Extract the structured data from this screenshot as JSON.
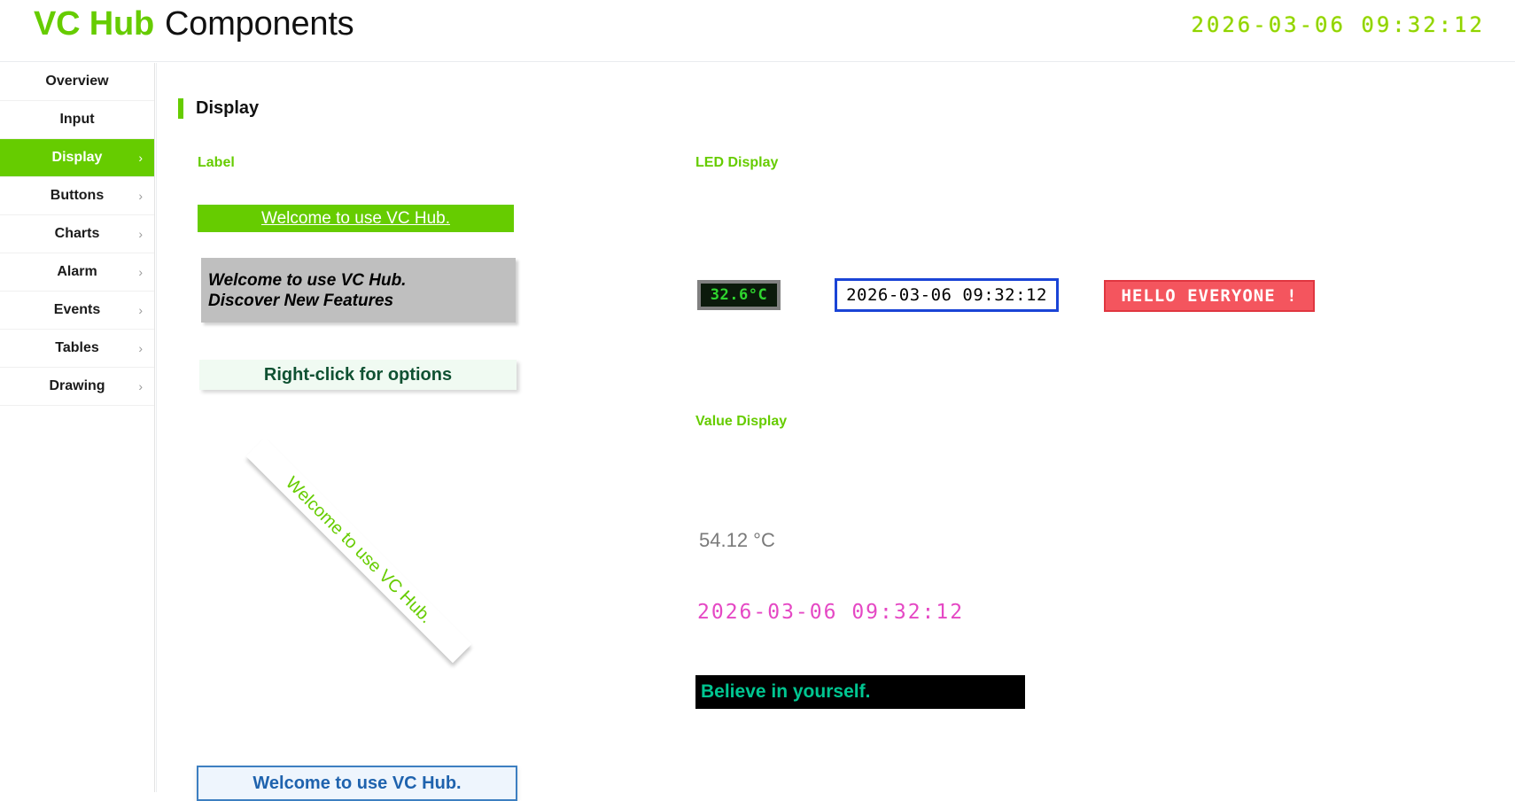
{
  "header": {
    "brand_accent": "VC Hub",
    "brand_rest": "Components",
    "clock": "2026-03-06 09:32:12"
  },
  "sidebar": {
    "items": [
      {
        "label": "Overview",
        "chevron": "",
        "active": false
      },
      {
        "label": "Input",
        "chevron": "",
        "active": false
      },
      {
        "label": "Display",
        "chevron": "›",
        "active": true
      },
      {
        "label": "Buttons",
        "chevron": "›",
        "active": false
      },
      {
        "label": "Charts",
        "chevron": "›",
        "active": false
      },
      {
        "label": "Alarm",
        "chevron": "›",
        "active": false
      },
      {
        "label": "Events",
        "chevron": "›",
        "active": false
      },
      {
        "label": "Tables",
        "chevron": "›",
        "active": false
      },
      {
        "label": "Drawing",
        "chevron": "›",
        "active": false
      }
    ]
  },
  "main": {
    "section_title": "Display",
    "groups": {
      "label": "Label",
      "led_display": "LED Display",
      "value_display": "Value Display"
    },
    "labels": {
      "green_underlined": "Welcome to use VC Hub.",
      "gray_line1": "Welcome to use VC Hub.",
      "gray_line2": "Discover New Features",
      "context_menu_hint": "Right-click for options",
      "rotated": "Welcome to use VC Hub.",
      "blue_bordered": "Welcome to use VC Hub."
    },
    "led": {
      "temperature": "32.6°C",
      "datetime": "2026-03-06 09:32:12",
      "message": "HELLO EVERYONE !"
    },
    "values": {
      "temperature": "54.12 °C",
      "datetime": "2026-03-06 09:32:12",
      "message": "Believe in yourself."
    }
  },
  "colors": {
    "accent_green": "#66cc00",
    "header_clock_green": "#8fd400",
    "led_green": "#2fd62f",
    "led_blue_border": "#1a44d6",
    "led_red_bg": "#f4555e",
    "value_magenta": "#e548c4",
    "value_teal": "#00c691",
    "label_blue": "#1f63ae"
  }
}
